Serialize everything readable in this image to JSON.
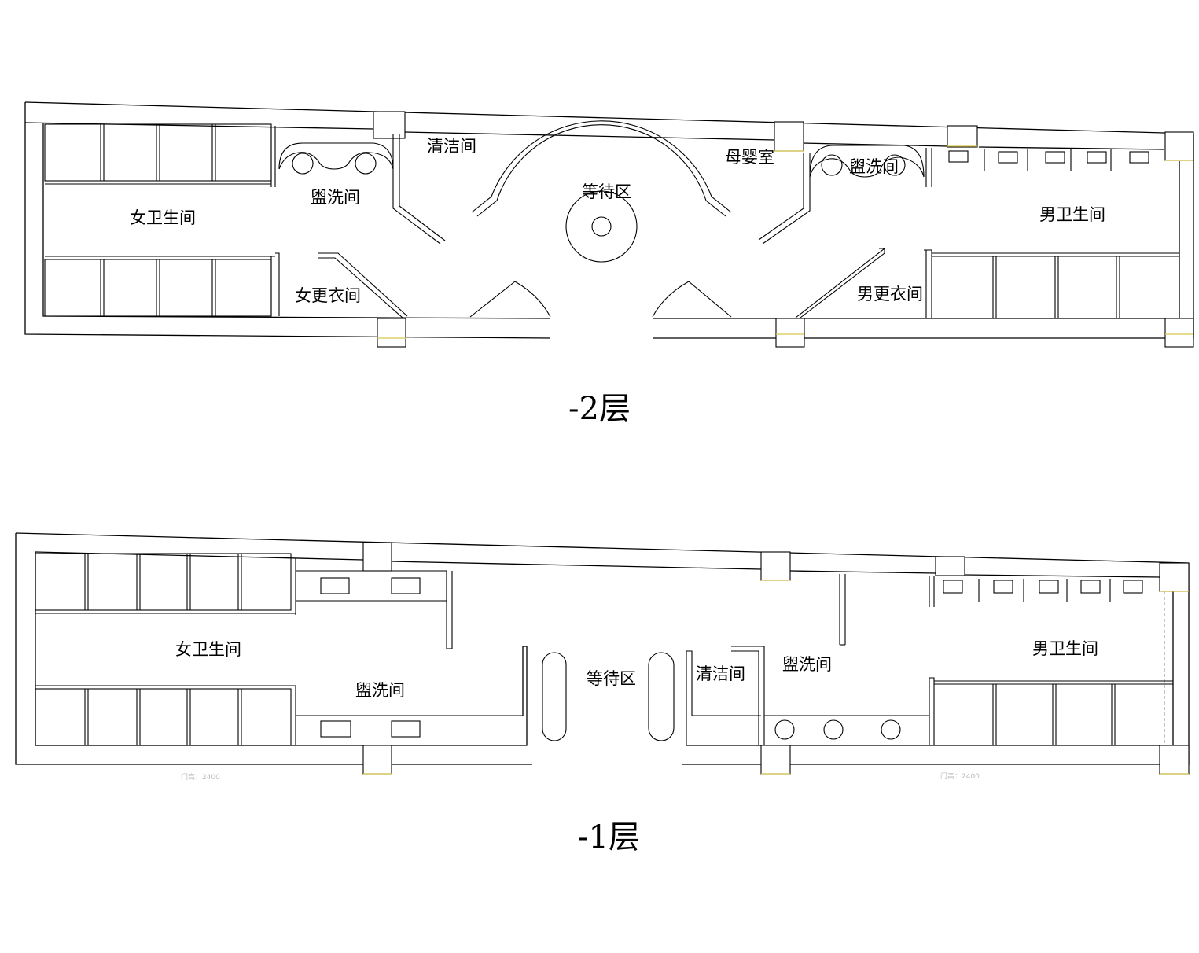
{
  "floors": [
    {
      "title": "-2层",
      "rooms": {
        "womens_restroom": "女卫生间",
        "washroom_left": "盥洗间",
        "cleaning_room": "清洁间",
        "waiting_area": "等待区",
        "mother_baby_room": "母婴室",
        "washroom_right": "盥洗间",
        "mens_restroom": "男卫生间",
        "womens_changing_room": "女更衣间",
        "mens_changing_room": "男更衣间"
      }
    },
    {
      "title": "-1层",
      "rooms": {
        "womens_restroom": "女卫生间",
        "washroom_left": "盥洗间",
        "waiting_area": "等待区",
        "cleaning_room": "清洁间",
        "washroom_right": "盥洗间",
        "mens_restroom": "男卫生间"
      },
      "notes": [
        "门高：2400",
        "门高：2400"
      ]
    }
  ],
  "colors": {
    "lines": "#000000",
    "door_marks": "#d8c64c",
    "notes": "#bbbbbb",
    "background": "#ffffff"
  }
}
